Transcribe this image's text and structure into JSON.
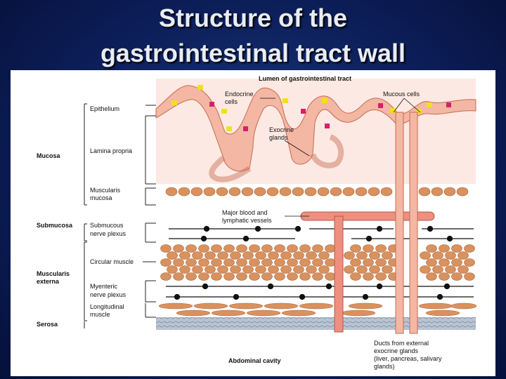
{
  "title": {
    "line1": "Structure of the",
    "line2": "gastrointestinal tract wall"
  },
  "diagram": {
    "lumen": "Lumen of gastrointestinal tract",
    "left_labels": {
      "mucosa": "Mucosa",
      "submucosa": "Submucosa",
      "muscularis_externa_1": "Muscularis",
      "muscularis_externa_2": "externa",
      "serosa": "Serosa"
    },
    "layer_labels": {
      "epithelium": "Epithelium",
      "lamina_propria": "Lamina propria",
      "muscularis_mucosa_1": "Muscularis",
      "muscularis_mucosa_2": "mucosa",
      "submucous_1": "Submucous",
      "submucous_2": "nerve plexus",
      "circular_muscle": "Circular muscle",
      "myenteric_1": "Myenteric",
      "myenteric_2": "nerve plexus",
      "longitudinal_1": "Longitudinal",
      "longitudinal_2": "muscle"
    },
    "callouts": {
      "endocrine_1": "Endocrine",
      "endocrine_2": "cells",
      "mucous_cells": "Mucous cells",
      "exocrine_1": "Exocrine",
      "exocrine_2": "glands",
      "vessels_1": "Major blood and",
      "vessels_2": "lymphatic vessels"
    },
    "bottom": {
      "abdominal_cavity": "Abdominal cavity",
      "ducts_1": "Ducts from external",
      "ducts_2": "exocrine glands",
      "ducts_3": "(liver, pancreas, salivary",
      "ducts_4": "glands)"
    },
    "colors": {
      "tissue": "#f3b7a3",
      "tissue_stroke": "#c46b52",
      "endocrine": "#d6206b",
      "mucous": "#f0e020",
      "muscle": "#d9915e",
      "vessel": "#ee8f7f",
      "serosa": "#a8b6c8"
    }
  }
}
